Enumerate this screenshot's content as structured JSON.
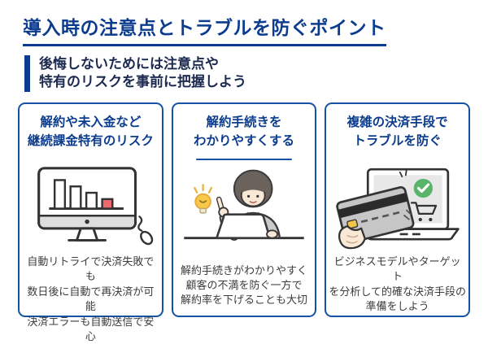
{
  "header": {
    "title": "導入時の注意点とトラブルを防ぐポイント",
    "subtitle_line1": "後悔しないためには注意点や",
    "subtitle_line2": "特有のリスクを事前に把握しよう"
  },
  "colors": {
    "title_navy": "#0c3c8e",
    "subtitle_dark_navy": "#1c2a50",
    "card_border_blue": "#1652a6",
    "body_text": "#3c3c3c",
    "chart_bar_red": "#ed6b6e",
    "check_green": "#59b46c",
    "lightbulb_yellow": "#f7c94b",
    "shirt_blue": "#79bfe6"
  },
  "cards": [
    {
      "title_line1": "解約や未入金など",
      "title_line2": "継続課金特有のリスク",
      "illustration": "monitor-with-declining-bar-chart-and-mouse",
      "body_line1": "自動リトライで決済失敗でも",
      "body_line2": "数日後に自動で再決済が可能",
      "body_line3": "決済エラーも自動送信で安心"
    },
    {
      "title_line1": "解約手続きを",
      "title_line2": "わかりやすくする",
      "illustration": "woman-pointing-with-lightbulb-at-laptop",
      "body_line1": "解約手続きがわかりやすく",
      "body_line2": "顧客の不満を防ぐ一方で",
      "body_line3": "解約率を下げることも大切"
    },
    {
      "title_line1": "複雑の決済手段で",
      "title_line2": "トラブルを防ぐ",
      "illustration": "hand-holding-credit-card-laptop-checkmark-cart",
      "body_line1": "ビジネスモデルやターゲット",
      "body_line2": "を分析して的確な決済手段の",
      "body_line3": "準備をしよう"
    }
  ]
}
